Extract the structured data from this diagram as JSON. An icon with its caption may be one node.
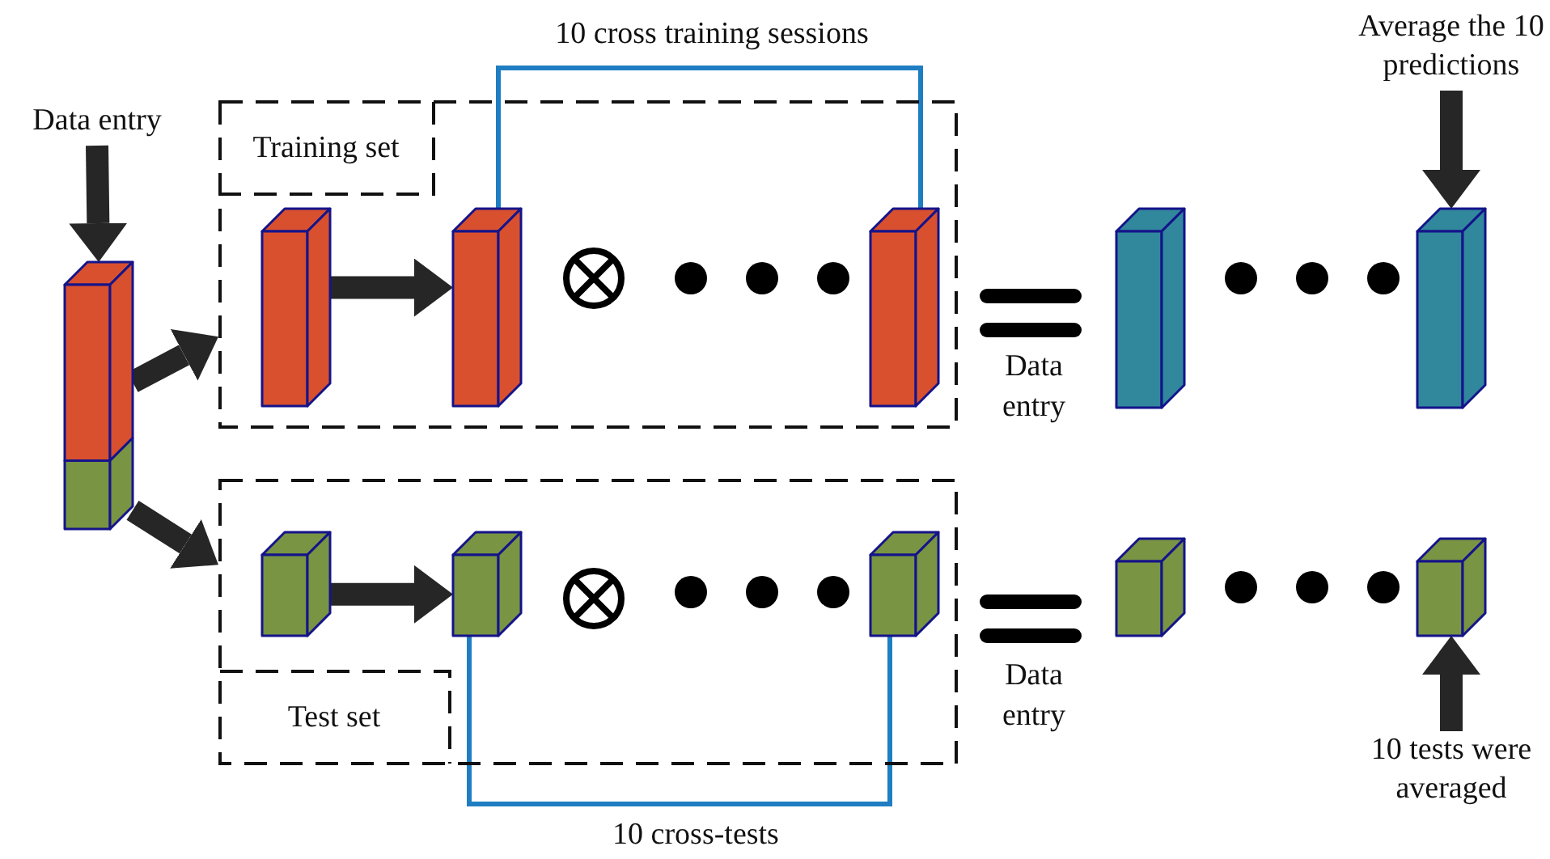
{
  "diagram": {
    "nodes": [
      {
        "text": [
          "Data entry"
        ]
      },
      {
        "text": [],
        "shape": "box"
      },
      {
        "text": [
          "Training set"
        ]
      },
      {
        "text": [],
        "shape": "box",
        "in": 2
      },
      {
        "text": [],
        "shape": "box",
        "in": 2
      },
      {
        "text": [],
        "shape": "box",
        "in": 2
      },
      {
        "text": [
          "Test set"
        ]
      },
      {
        "text": [],
        "shape": "box",
        "in": 6
      },
      {
        "text": [],
        "shape": "box",
        "in": 6
      },
      {
        "text": [],
        "shape": "box",
        "in": 6
      },
      {
        "text": [],
        "shape": "box"
      },
      {
        "text": [],
        "shape": "box"
      },
      {
        "text": [
          "Average the 10 predictions"
        ]
      },
      {
        "text": [],
        "shape": "box"
      },
      {
        "text": [],
        "shape": "box"
      },
      {
        "text": [
          "10 tests were averaged"
        ]
      }
    ],
    "edges": [
      {
        "from": 0,
        "to": 1,
        "arrow": "to"
      },
      {
        "from": 1,
        "to": 2,
        "arrow": "to"
      },
      {
        "from": 1,
        "to": 6,
        "arrow": "to"
      },
      {
        "from": 3,
        "to": 4,
        "arrow": "to"
      },
      {
        "from": 4,
        "to": 5,
        "arrow": "none",
        "label": "10 cross training sessions",
        "color": "#1f7ec2"
      },
      {
        "from": 7,
        "to": 8,
        "arrow": "to"
      },
      {
        "from": 8,
        "to": 9,
        "arrow": "none",
        "label": "10 cross-tests",
        "color": "#1f7ec2"
      },
      {
        "from": 12,
        "to": 11,
        "arrow": "to"
      },
      {
        "from": 15,
        "to": 14,
        "arrow": "to"
      }
    ],
    "labels": [
      "Data entry",
      "Data entry"
    ]
  }
}
